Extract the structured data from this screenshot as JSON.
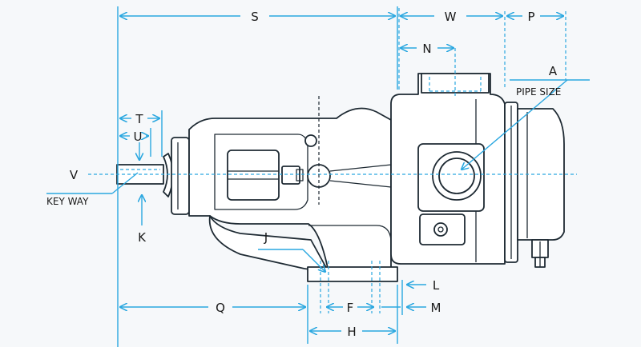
{
  "colors": {
    "dimension": "#2aa7e0",
    "outline": "#1e2a33",
    "label": "#1a1a1a",
    "background": "#f6f8fa"
  },
  "labels": {
    "S": "S",
    "W": "W",
    "P": "P",
    "N": "N",
    "A": "A",
    "pipe_size": "PIPE SIZE",
    "T": "T",
    "U": "U",
    "V": "V",
    "key_way": "KEY WAY",
    "K": "K",
    "J": "J",
    "L": "L",
    "Q": "Q",
    "F": "F",
    "M": "M",
    "H": "H"
  }
}
